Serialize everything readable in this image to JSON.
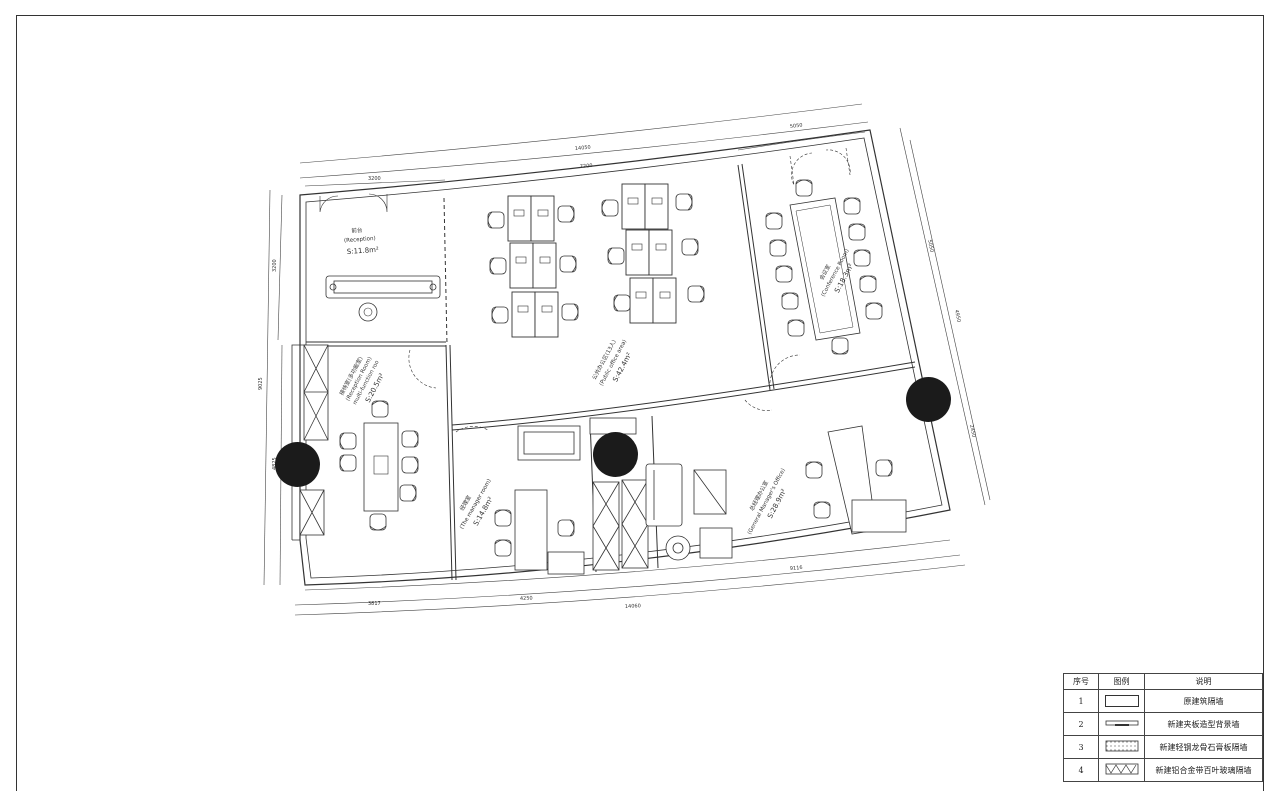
{
  "rooms": {
    "reception": {
      "name": "前台",
      "name_en": "(Reception)",
      "area": "S:11.8m²"
    },
    "public_office": {
      "name": "公共办公区(13人)",
      "name_en": "(Public office area)",
      "area": "S:42.4m²"
    },
    "conference": {
      "name": "会议室",
      "name_en": "(Conference Room)",
      "area": "S:18.3m²"
    },
    "multifunction": {
      "name": "接待室(多功能室)",
      "name_en": "(Reception Room)",
      "name_en2": "multi-function roo",
      "area": "S:20.5m²"
    },
    "manager": {
      "name": "经理室",
      "name_en": "(The manager room)",
      "area": "S:14.8m²"
    },
    "general_manager": {
      "name": "总经理办公室",
      "name_en": "(General Manager's Office)",
      "area": "S:28.9m²"
    }
  },
  "dimensions": {
    "top_overall": "14050",
    "top_right": "5050",
    "top_mid": "7200",
    "top_left": "3200",
    "left_overall": "9025",
    "left_top": "3200",
    "left_bottom": "4825",
    "right_top": "5050",
    "right_mid": "4950",
    "right_bottom": "2450",
    "bottom_left": "3817",
    "bottom_mid": "4250",
    "bottom_overall": "14060",
    "bottom_right": "9116"
  },
  "legend": {
    "headers": [
      "序号",
      "图例",
      "说明"
    ],
    "rows": [
      {
        "no": "1",
        "desc": "原建筑隔墙",
        "symbol": "plain-wall-symbol"
      },
      {
        "no": "2",
        "desc": "新建夹板造型背景墙",
        "symbol": "plywood-wall-symbol"
      },
      {
        "no": "3",
        "desc": "新建轻钢龙骨石膏板隔墙",
        "symbol": "gypsum-wall-symbol"
      },
      {
        "no": "4",
        "desc": "新建铝合金带百叶玻璃隔墙",
        "symbol": "glass-louver-wall-symbol"
      }
    ]
  },
  "colors": {
    "line": "#333333",
    "marker": "#1b1b1b",
    "background": "#ffffff"
  }
}
